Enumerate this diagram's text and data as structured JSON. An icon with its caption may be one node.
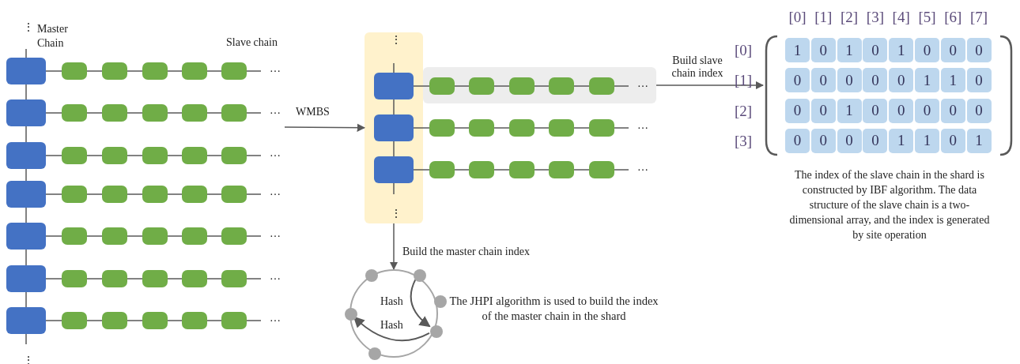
{
  "diagram": {
    "nodes": [
      {
        "text": [],
        "shape": "box"
      },
      {
        "text": [],
        "shape": "box"
      },
      {
        "text": [],
        "shape": "box"
      },
      {
        "text": [],
        "shape": "box"
      },
      {
        "text": [],
        "shape": "box"
      },
      {
        "text": [],
        "shape": "box"
      },
      {
        "text": [],
        "shape": "box"
      },
      {
        "text": [],
        "shape": "box"
      },
      {
        "text": [],
        "shape": "box"
      },
      {
        "text": [],
        "shape": "box"
      },
      {
        "text": [],
        "shape": "box"
      },
      {
        "text": [],
        "shape": "box"
      },
      {
        "text": [],
        "shape": "box"
      },
      {
        "text": [],
        "shape": "box"
      },
      {
        "text": [],
        "shape": "box"
      },
      {
        "text": [],
        "shape": "box"
      },
      {
        "text": [],
        "shape": "box"
      },
      {
        "text": [],
        "shape": "box"
      },
      {
        "text": [],
        "shape": "box"
      },
      {
        "text": [],
        "shape": "box"
      },
      {
        "text": [],
        "shape": "box"
      },
      {
        "text": [],
        "shape": "box"
      },
      {
        "text": [],
        "shape": "box"
      },
      {
        "text": [],
        "shape": "box"
      },
      {
        "text": [],
        "shape": "box"
      },
      {
        "text": [],
        "shape": "box"
      },
      {
        "text": [],
        "shape": "box"
      },
      {
        "text": [],
        "shape": "box"
      },
      {
        "text": [],
        "shape": "box"
      },
      {
        "text": [],
        "shape": "box"
      },
      {
        "text": [],
        "shape": "box"
      },
      {
        "text": [],
        "shape": "box"
      },
      {
        "text": [],
        "shape": "box"
      },
      {
        "text": [],
        "shape": "box"
      },
      {
        "text": [],
        "shape": "box"
      },
      {
        "text": [],
        "shape": "box"
      },
      {
        "text": [],
        "shape": "box"
      },
      {
        "text": [],
        "shape": "box"
      },
      {
        "text": [],
        "shape": "box"
      },
      {
        "text": [],
        "shape": "box"
      },
      {
        "text": [],
        "shape": "box"
      },
      {
        "text": [],
        "shape": "box"
      },
      {
        "text": [],
        "shape": "box"
      },
      {
        "text": [],
        "shape": "box",
        "in": 42
      },
      {
        "text": [],
        "shape": "box",
        "in": 42
      },
      {
        "text": [],
        "shape": "box",
        "in": 42
      },
      {
        "text": [],
        "shape": "box"
      },
      {
        "text": [],
        "shape": "box",
        "in": 46
      },
      {
        "text": [],
        "shape": "box",
        "in": 46
      },
      {
        "text": [],
        "shape": "box",
        "in": 46
      },
      {
        "text": [],
        "shape": "box",
        "in": 46
      },
      {
        "text": [],
        "shape": "box",
        "in": 46
      },
      {
        "text": [],
        "shape": "box"
      },
      {
        "text": [],
        "shape": "box"
      },
      {
        "text": [],
        "shape": "box"
      },
      {
        "text": [],
        "shape": "box"
      },
      {
        "text": [],
        "shape": "box"
      },
      {
        "text": [],
        "shape": "box"
      },
      {
        "text": [],
        "shape": "box"
      },
      {
        "text": [],
        "shape": "box"
      },
      {
        "text": [],
        "shape": "box"
      },
      {
        "text": [],
        "shape": "box"
      },
      {
        "text": [],
        "shape": "circle"
      },
      {
        "text": [],
        "shape": "circle",
        "in": 62
      },
      {
        "text": [],
        "shape": "circle",
        "in": 62
      },
      {
        "text": [],
        "shape": "circle",
        "in": 62
      },
      {
        "text": [],
        "shape": "circle",
        "in": 62
      },
      {
        "text": [],
        "shape": "circle",
        "in": 62
      },
      {
        "text": [],
        "shape": "circle",
        "in": 62
      },
      {
        "text": [],
        "shape": "box"
      },
      {
        "text": [
          "1"
        ],
        "in": 69
      },
      {
        "text": [
          "0"
        ],
        "in": 69
      },
      {
        "text": [
          "1"
        ],
        "in": 69
      },
      {
        "text": [
          "0"
        ],
        "in": 69
      },
      {
        "text": [
          "1"
        ],
        "in": 69
      },
      {
        "text": [
          "0"
        ],
        "in": 69
      },
      {
        "text": [
          "0"
        ],
        "in": 69
      },
      {
        "text": [
          "0"
        ],
        "in": 69
      },
      {
        "text": [
          "0"
        ],
        "in": 69
      },
      {
        "text": [
          "0"
        ],
        "in": 69
      },
      {
        "text": [
          "0"
        ],
        "in": 69
      },
      {
        "text": [
          "0"
        ],
        "in": 69
      },
      {
        "text": [
          "0"
        ],
        "in": 69
      },
      {
        "text": [
          "1"
        ],
        "in": 69
      },
      {
        "text": [
          "1"
        ],
        "in": 69
      },
      {
        "text": [
          "0"
        ],
        "in": 69
      },
      {
        "text": [
          "0"
        ],
        "in": 69
      },
      {
        "text": [
          "0"
        ],
        "in": 69
      },
      {
        "text": [
          "1"
        ],
        "in": 69
      },
      {
        "text": [
          "0"
        ],
        "in": 69
      },
      {
        "text": [
          "0"
        ],
        "in": 69
      },
      {
        "text": [
          "0"
        ],
        "in": 69
      },
      {
        "text": [
          "0"
        ],
        "in": 69
      },
      {
        "text": [
          "0"
        ],
        "in": 69
      },
      {
        "text": [
          "0"
        ],
        "in": 69
      },
      {
        "text": [
          "0"
        ],
        "in": 69
      },
      {
        "text": [
          "0"
        ],
        "in": 69
      },
      {
        "text": [
          "0"
        ],
        "in": 69
      },
      {
        "text": [
          "1"
        ],
        "in": 69
      },
      {
        "text": [
          "1"
        ],
        "in": 69
      },
      {
        "text": [
          "0"
        ],
        "in": 69
      },
      {
        "text": [
          "1"
        ],
        "in": 69
      }
    ],
    "edges": [
      {
        "from": null,
        "to": 0,
        "arrow": "none"
      },
      {
        "from": 0,
        "to": 1,
        "arrow": "none"
      },
      {
        "from": 1,
        "to": 2,
        "arrow": "none"
      },
      {
        "from": 2,
        "to": 3,
        "arrow": "none"
      },
      {
        "from": 3,
        "to": 4,
        "arrow": "none"
      },
      {
        "from": 4,
        "to": 5,
        "arrow": "none"
      },
      {
        "from": 5,
        "to": 6,
        "arrow": "none"
      },
      {
        "from": 6,
        "to": null,
        "arrow": "none"
      },
      {
        "from": 0,
        "to": 7,
        "arrow": "none"
      },
      {
        "from": 7,
        "to": 8,
        "arrow": "none"
      },
      {
        "from": 8,
        "to": 9,
        "arrow": "none"
      },
      {
        "from": 9,
        "to": 10,
        "arrow": "none"
      },
      {
        "from": 10,
        "to": 11,
        "arrow": "none"
      },
      {
        "from": 11,
        "to": null,
        "arrow": "none"
      },
      {
        "from": 1,
        "to": 12,
        "arrow": "none"
      },
      {
        "from": 12,
        "to": 13,
        "arrow": "none"
      },
      {
        "from": 13,
        "to": 14,
        "arrow": "none"
      },
      {
        "from": 14,
        "to": 15,
        "arrow": "none"
      },
      {
        "from": 15,
        "to": 16,
        "arrow": "none"
      },
      {
        "from": 16,
        "to": null,
        "arrow": "none"
      },
      {
        "from": 2,
        "to": 17,
        "arrow": "none"
      },
      {
        "from": 17,
        "to": 18,
        "arrow": "none"
      },
      {
        "from": 18,
        "to": 19,
        "arrow": "none"
      },
      {
        "from": 19,
        "to": 20,
        "arrow": "none"
      },
      {
        "from": 20,
        "to": 21,
        "arrow": "none"
      },
      {
        "from": 21,
        "to": null,
        "arrow": "none"
      },
      {
        "from": 3,
        "to": 22,
        "arrow": "none"
      },
      {
        "from": 22,
        "to": 23,
        "arrow": "none"
      },
      {
        "from": 23,
        "to": 24,
        "arrow": "none"
      },
      {
        "from": 24,
        "to": 25,
        "arrow": "none"
      },
      {
        "from": 25,
        "to": 26,
        "arrow": "none"
      },
      {
        "from": 26,
        "to": null,
        "arrow": "none"
      },
      {
        "from": 4,
        "to": 27,
        "arrow": "none"
      },
      {
        "from": 27,
        "to": 28,
        "arrow": "none"
      },
      {
        "from": 28,
        "to": 29,
        "arrow": "none"
      },
      {
        "from": 29,
        "to": 30,
        "arrow": "none"
      },
      {
        "from": 30,
        "to": 31,
        "arrow": "none"
      },
      {
        "from": 31,
        "to": null,
        "arrow": "none"
      },
      {
        "from": 5,
        "to": 32,
        "arrow": "none"
      },
      {
        "from": 32,
        "to": 33,
        "arrow": "none"
      },
      {
        "from": 33,
        "to": 34,
        "arrow": "none"
      },
      {
        "from": 34,
        "to": 35,
        "arrow": "none"
      },
      {
        "from": 35,
        "to": 36,
        "arrow": "none"
      },
      {
        "from": 36,
        "to": null,
        "arrow": "none"
      },
      {
        "from": 6,
        "to": 37,
        "arrow": "none"
      },
      {
        "from": 37,
        "to": 38,
        "arrow": "none"
      },
      {
        "from": 38,
        "to": 39,
        "arrow": "none"
      },
      {
        "from": 39,
        "to": 40,
        "arrow": "none"
      },
      {
        "from": 40,
        "to": 41,
        "arrow": "none"
      },
      {
        "from": 41,
        "to": null,
        "arrow": "none"
      },
      {
        "from": null,
        "to": 42,
        "arrow": "to",
        "label": "WMBS"
      },
      {
        "from": null,
        "to": 43,
        "arrow": "none"
      },
      {
        "from": 43,
        "to": 44,
        "arrow": "none"
      },
      {
        "from": 44,
        "to": 45,
        "arrow": "none"
      },
      {
        "from": 45,
        "to": null,
        "arrow": "none"
      },
      {
        "from": 43,
        "to": 47,
        "arrow": "none"
      },
      {
        "from": 47,
        "to": 48,
        "arrow": "none"
      },
      {
        "from": 48,
        "to": 49,
        "arrow": "none"
      },
      {
        "from": 49,
        "to": 50,
        "arrow": "none"
      },
      {
        "from": 50,
        "to": 51,
        "arrow": "none"
      },
      {
        "from": 51,
        "to": null,
        "arrow": "none"
      },
      {
        "from": 44,
        "to": 52,
        "arrow": "none"
      },
      {
        "from": 52,
        "to": 53,
        "arrow": "none"
      },
      {
        "from": 53,
        "to": 54,
        "arrow": "none"
      },
      {
        "from": 54,
        "to": 55,
        "arrow": "none"
      },
      {
        "from": 55,
        "to": 56,
        "arrow": "none"
      },
      {
        "from": 56,
        "to": null,
        "arrow": "none"
      },
      {
        "from": 45,
        "to": 57,
        "arrow": "none"
      },
      {
        "from": 57,
        "to": 58,
        "arrow": "none"
      },
      {
        "from": 58,
        "to": 59,
        "arrow": "none"
      },
      {
        "from": 59,
        "to": 60,
        "arrow": "none"
      },
      {
        "from": 60,
        "to": 61,
        "arrow": "none"
      },
      {
        "from": 61,
        "to": null,
        "arrow": "none"
      },
      {
        "from": 42,
        "to": 62,
        "arrow": "to",
        "label": "Build the master chain index"
      },
      {
        "from": 46,
        "to": 69,
        "arrow": "to",
        "label": "Build slave chain index"
      },
      {
        "from": 66,
        "to": 67,
        "arrow": "to",
        "label": "Hash"
      },
      {
        "from": 67,
        "to": 63,
        "arrow": "to",
        "label": "Hash"
      }
    ],
    "labels": [
      "⋮",
      "Master Chain",
      "Slave chain",
      "…",
      "…",
      "…",
      "…",
      "…",
      "…",
      "…",
      "⋮",
      "⋮",
      "⋮",
      "…",
      "…",
      "…",
      "[0]",
      "[1]",
      "[2]",
      "[3]",
      "[4]",
      "[5]",
      "[6]",
      "[7]",
      "[0]",
      "[1]",
      "[2]",
      "[3]",
      "The JHPI algorithm is used to build the index of the master chain in the shard",
      "The index of the slave chain in the shard is constructed by IBF algorithm. The data structure of the slave chain is a two-dimensional array, and the index is generated by site operation"
    ]
  }
}
